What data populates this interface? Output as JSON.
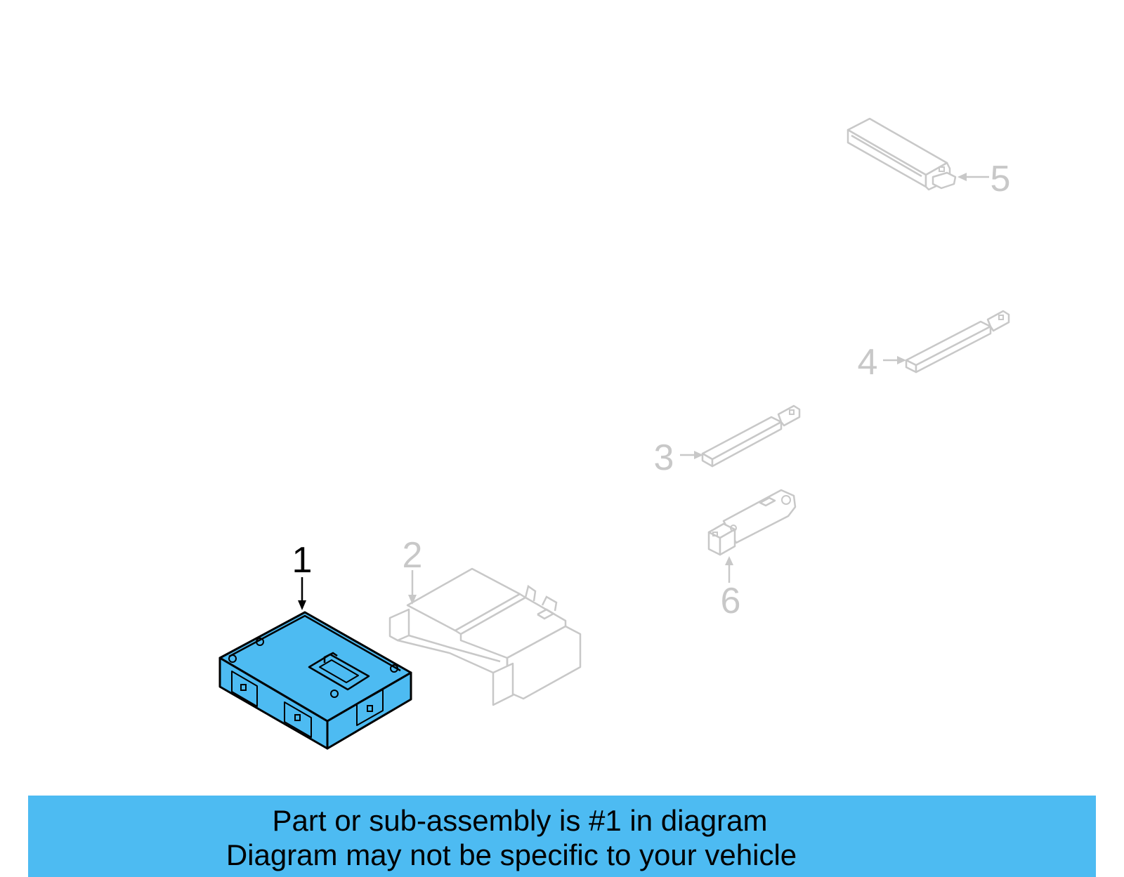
{
  "colors": {
    "highlight": "#4DBBF2",
    "outline": "#000000",
    "inactive": "#C8C8C8"
  },
  "callouts": [
    {
      "label": "1",
      "highlighted": true
    },
    {
      "label": "2",
      "highlighted": false
    },
    {
      "label": "3",
      "highlighted": false
    },
    {
      "label": "4",
      "highlighted": false
    },
    {
      "label": "5",
      "highlighted": false
    },
    {
      "label": "6",
      "highlighted": false
    }
  ],
  "banner": {
    "line1": "Part or sub-assembly is #1 in diagram",
    "line2": "Diagram may not be specific to your vehicle"
  }
}
